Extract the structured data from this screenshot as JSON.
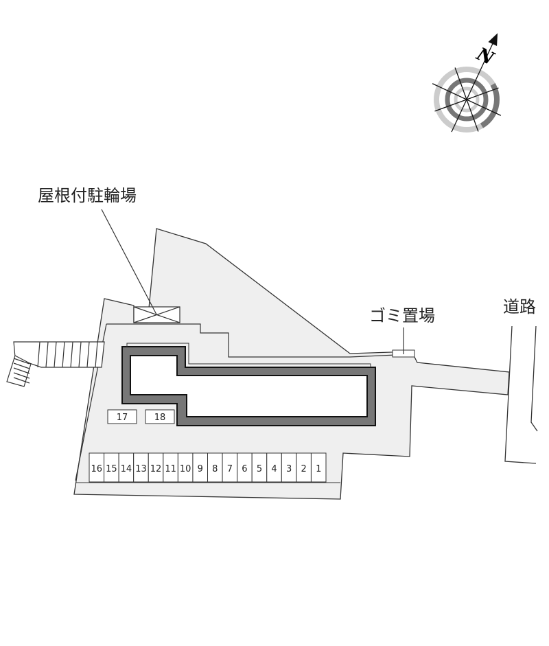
{
  "labels": {
    "bike_parking": "屋根付駐輪場",
    "garbage": "ゴミ置場",
    "road": "道路",
    "north": "N"
  },
  "parking": {
    "row": [
      "16",
      "15",
      "14",
      "13",
      "12",
      "11",
      "10",
      "9",
      "8",
      "7",
      "6",
      "5",
      "4",
      "3",
      "2",
      "1"
    ],
    "extra": [
      "17",
      "18"
    ]
  },
  "colors": {
    "lot": "#efefef",
    "building": "#777777",
    "line": "#333333"
  }
}
